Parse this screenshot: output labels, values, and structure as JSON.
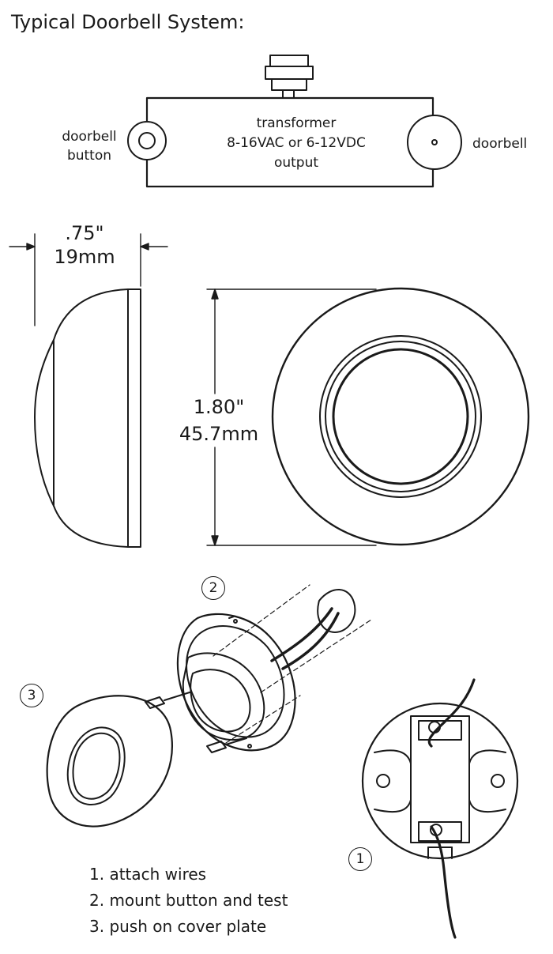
{
  "title": "Typical Doorbell System:",
  "wiring": {
    "transformer_lines": [
      "transformer",
      "8-16VAC or 6-12VDC",
      "output"
    ],
    "button_label": [
      "doorbell",
      "button"
    ],
    "doorbell_label": "doorbell"
  },
  "dimensions": {
    "depth": [
      ".75\"",
      "19mm"
    ],
    "diameter": [
      "1.80\"",
      "45.7mm"
    ]
  },
  "callouts": [
    "1",
    "2",
    "3"
  ],
  "steps": [
    "1. attach wires",
    "2. mount button and test",
    "3. push on cover plate"
  ]
}
